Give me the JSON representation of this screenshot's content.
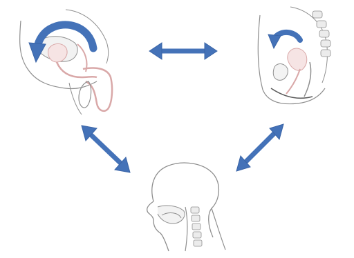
{
  "figure": {
    "panels": [
      {
        "id": "male-pelvis",
        "icon": "male-pelvis-sagittal-illustration"
      },
      {
        "id": "female-pelvis",
        "icon": "female-pelvis-sagittal-illustration"
      },
      {
        "id": "head-neck",
        "icon": "head-neck-sagittal-illustration"
      }
    ],
    "connectors": [
      {
        "between": [
          "male-pelvis",
          "female-pelvis"
        ],
        "style": "double-headed-arrow"
      },
      {
        "between": [
          "male-pelvis",
          "head-neck"
        ],
        "style": "double-headed-arrow"
      },
      {
        "between": [
          "female-pelvis",
          "head-neck"
        ],
        "style": "double-headed-arrow"
      }
    ],
    "rotation_arrows": [
      {
        "panel": "male-pelvis",
        "direction": "counterclockwise"
      },
      {
        "panel": "female-pelvis",
        "direction": "counterclockwise"
      }
    ]
  },
  "colors": {
    "arrow": "#4472b8",
    "arrow_stroke": "#3a64a6",
    "line_art": "#8e8e8e",
    "line_art_dark": "#5a5a5a",
    "organ_accent": "#d9a8a8",
    "background": "#ffffff"
  }
}
